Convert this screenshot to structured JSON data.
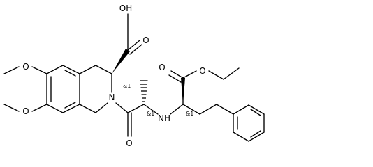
{
  "labels": {
    "oh": "OH",
    "o_acid": "O",
    "o_methoxy_top": "O",
    "o_methoxy_bottom": "O",
    "n_ring": "N",
    "o_amide": "O",
    "nh": "NH",
    "o_ester_carbonyl": "O",
    "o_ester_ether": "O",
    "stereo_ring": "&1",
    "stereo_alanine": "&1",
    "stereo_homophe": "&1"
  }
}
